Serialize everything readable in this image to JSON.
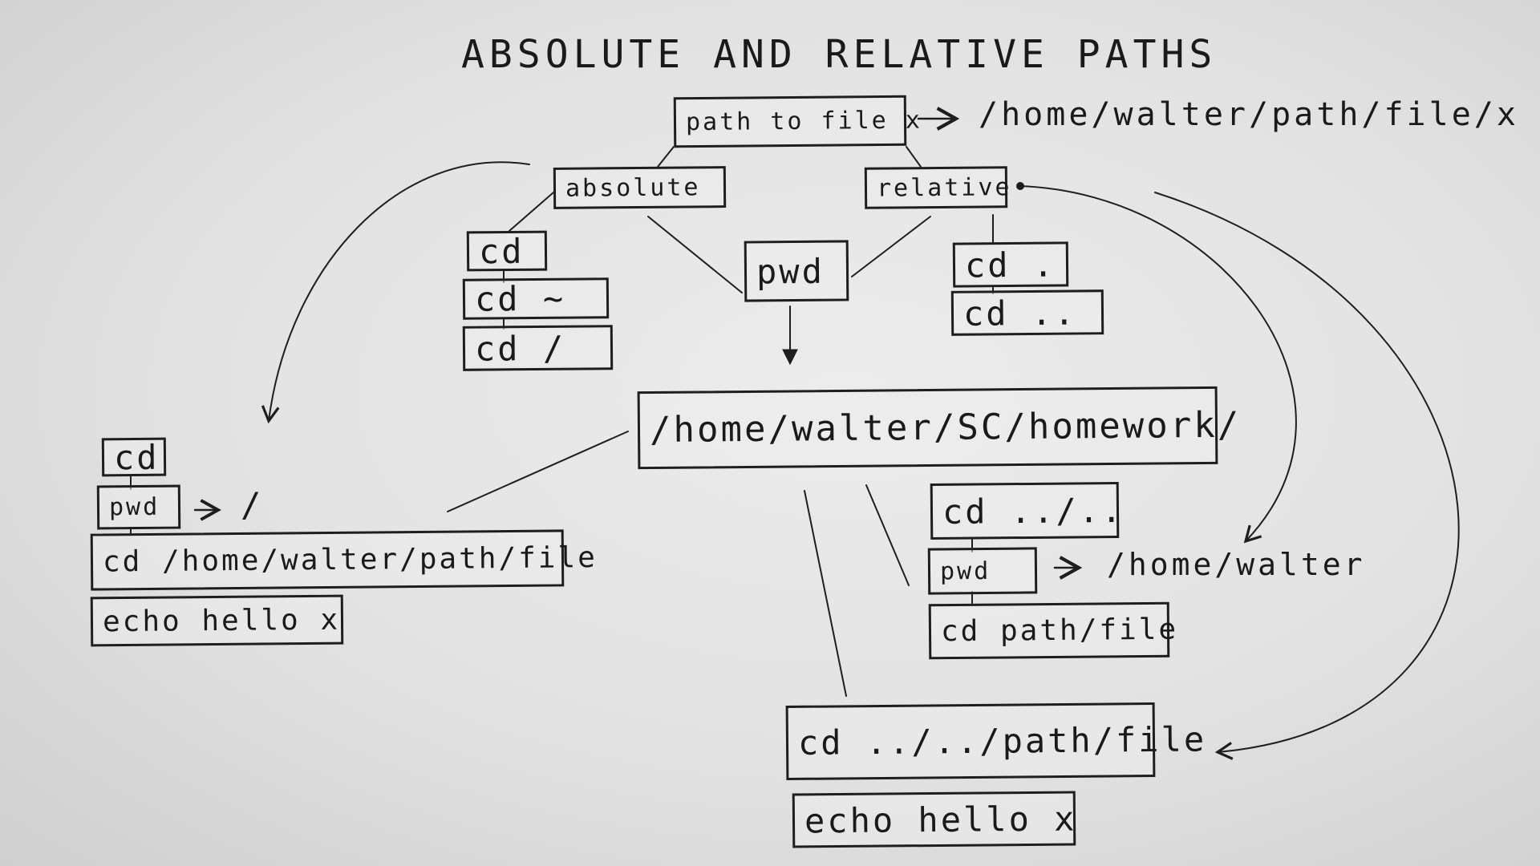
{
  "title": "ABSOLUTE AND RELATIVE PATHS",
  "top": {
    "node": "path to file x",
    "result": "/home/walter/path/file/x"
  },
  "branches": {
    "absolute": "absolute",
    "relative": "relative",
    "pwd": "pwd"
  },
  "absolute_cmds": [
    "cd",
    "cd ~",
    "cd /"
  ],
  "relative_cmds": [
    "cd .",
    "cd .."
  ],
  "current_dir": "/home/walter/SC/homework/",
  "absolute_example": {
    "cd": "cd",
    "pwd": "pwd",
    "pwd_result": "/",
    "cd_path": "cd /home/walter/path/file",
    "echo": "echo hello x"
  },
  "relative_example_1": {
    "cd_up": "cd ../..",
    "pwd": "pwd",
    "pwd_result": "/home/walter",
    "cd_path": "cd path/file"
  },
  "relative_example_2": {
    "cd_path": "cd ../../path/file",
    "echo": "echo hello x"
  },
  "colors": {
    "ink": "#1e1e1e",
    "paper": "#e6e6e6"
  }
}
